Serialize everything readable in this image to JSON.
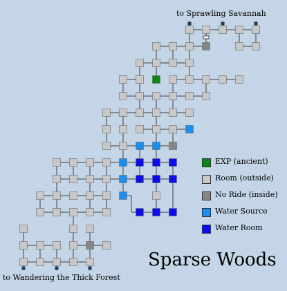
{
  "map": {
    "title": "Sparse Woods",
    "exits": {
      "north": "to Sprawling Savannah",
      "south": "to Wandering the Thick Forest"
    },
    "colors": {
      "background": "#c3d5e6",
      "room_outside": "#c8c8c8",
      "no_ride_inside": "#878787",
      "exp_ancient": "#10861a",
      "water_source": "#1a8ff0",
      "water_room": "#0c0cec",
      "connector": "#404040",
      "exit_marker": "#1f3c59"
    },
    "legend": [
      {
        "key": "exp",
        "label": "EXP (ancient)",
        "color": "#10861a"
      },
      {
        "key": "outside",
        "label": "Room (outside)",
        "color": "#c8c8c8"
      },
      {
        "key": "noride",
        "label": "No Ride (inside)",
        "color": "#878787"
      },
      {
        "key": "watersource",
        "label": "Water Source",
        "color": "#1a8ff0"
      },
      {
        "key": "waterroom",
        "label": "Water Room",
        "color": "#0c0cec"
      }
    ]
  }
}
